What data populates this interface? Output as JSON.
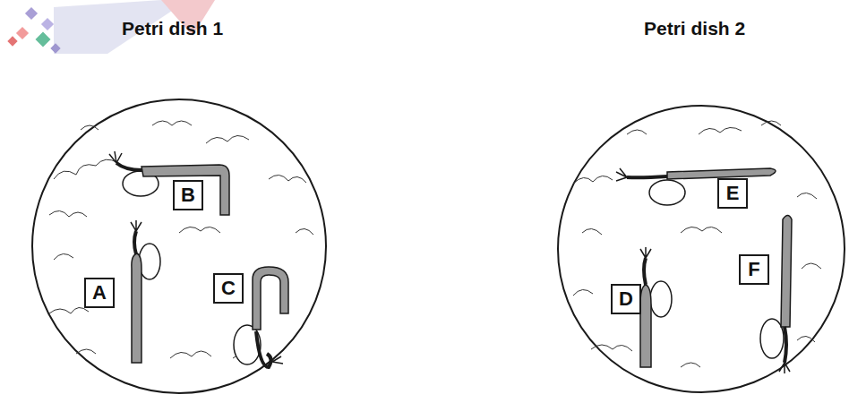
{
  "diagram": {
    "nodes": [
      {
        "text": [
          "B"
        ]
      },
      {
        "text": [
          "A"
        ]
      },
      {
        "text": [
          "C"
        ]
      },
      {
        "text": [
          "E"
        ]
      },
      {
        "text": [
          "D"
        ]
      },
      {
        "text": [
          "F"
        ]
      }
    ],
    "labels": [
      "Petri dish 1",
      "Petri dish 2"
    ]
  }
}
